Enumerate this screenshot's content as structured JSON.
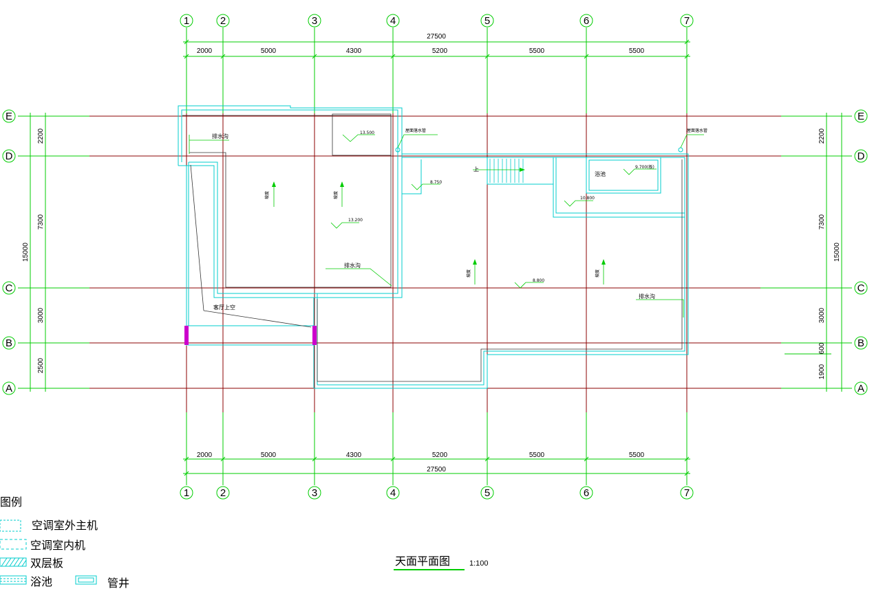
{
  "columns": [
    "1",
    "2",
    "3",
    "4",
    "5",
    "6",
    "7"
  ],
  "rows": [
    "E",
    "D",
    "C",
    "B",
    "A"
  ],
  "top_total": "27500",
  "bottom_total": "27500",
  "col_dims": [
    "2000",
    "5000",
    "4300",
    "5200",
    "5500",
    "5500"
  ],
  "left_row_dims": [
    "2200",
    "7300",
    "3000",
    "2500"
  ],
  "left_total": "15000",
  "right_row_dims": [
    "2200",
    "7300",
    "3000",
    "600",
    "1900"
  ],
  "right_total": "15000",
  "labels": {
    "drain1": "排水沟",
    "drain2": "排水沟",
    "drain3": "排水沟",
    "pipe1": "屋面落水管",
    "pipe2": "屋面落水管",
    "pool": "浴池",
    "void": "客厅上空",
    "stair": "上",
    "slope1": "坡度",
    "slope2": "坡度",
    "slope3": "坡度",
    "slope4": "坡度",
    "elev1": "13.500",
    "elev2": "8.750",
    "elev3": "13.200",
    "elev4": "9.700(板)",
    "elev5": "10.800",
    "elev6": "8.800"
  },
  "legend": {
    "title": "图例",
    "items": [
      "空调室外主机",
      "空调室内机",
      "双层板",
      "浴池",
      "管井"
    ]
  },
  "drawing_title": "天面平面图",
  "scale": "1:100",
  "colors": {
    "grid_line": "#8b0000",
    "dimension": "#00cc00",
    "wall": "#00cccc",
    "outline": "#333333",
    "magenta": "#cc00cc"
  }
}
